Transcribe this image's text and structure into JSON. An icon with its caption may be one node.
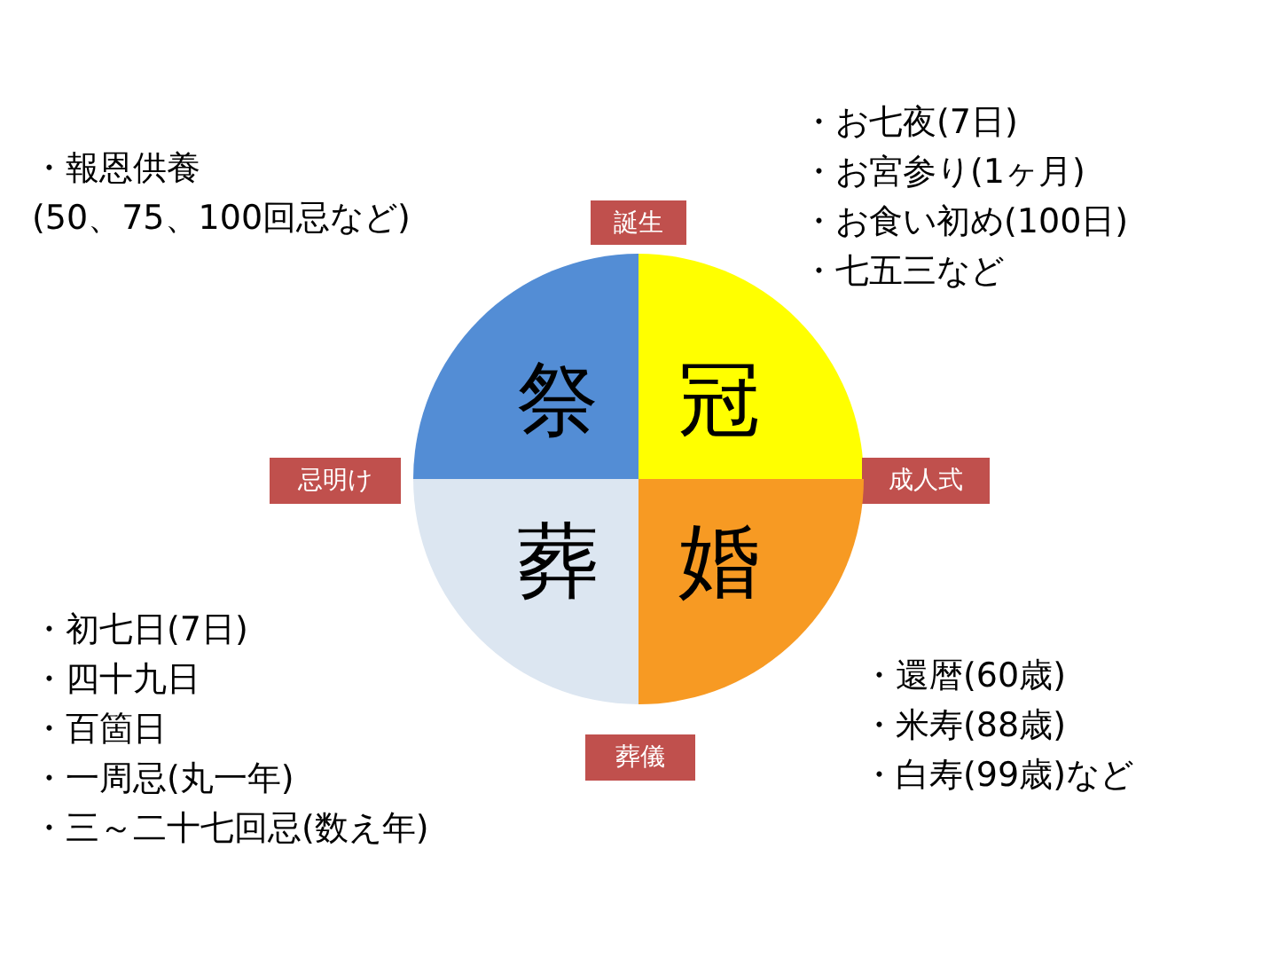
{
  "diagram": {
    "nodes": [
      {
        "text": [
          "誕生"
        ]
      },
      {
        "text": [
          "祭"
        ]
      },
      {
        "text": [
          "冠"
        ]
      },
      {
        "text": [
          "忌明け"
        ]
      },
      {
        "text": [
          "成人式"
        ]
      },
      {
        "text": [
          "葬"
        ]
      },
      {
        "text": [
          "婚"
        ]
      },
      {
        "text": [
          "葬儀"
        ]
      }
    ],
    "labels": [
      "・報恩供養",
      "(50、75、100回忌など)",
      "・お七夜(7日)",
      "・お宮参り(1ヶ月)",
      "・お食い初め(100日)",
      "・七五三など",
      "・初七日(7日)",
      "・四十九日",
      "・百箇日",
      "・一周忌(丸一年)",
      "・三～二十七回忌(数え年)",
      "・還暦(60歳)",
      "・米寿(88歳)",
      "・白寿(99歳)など"
    ]
  }
}
